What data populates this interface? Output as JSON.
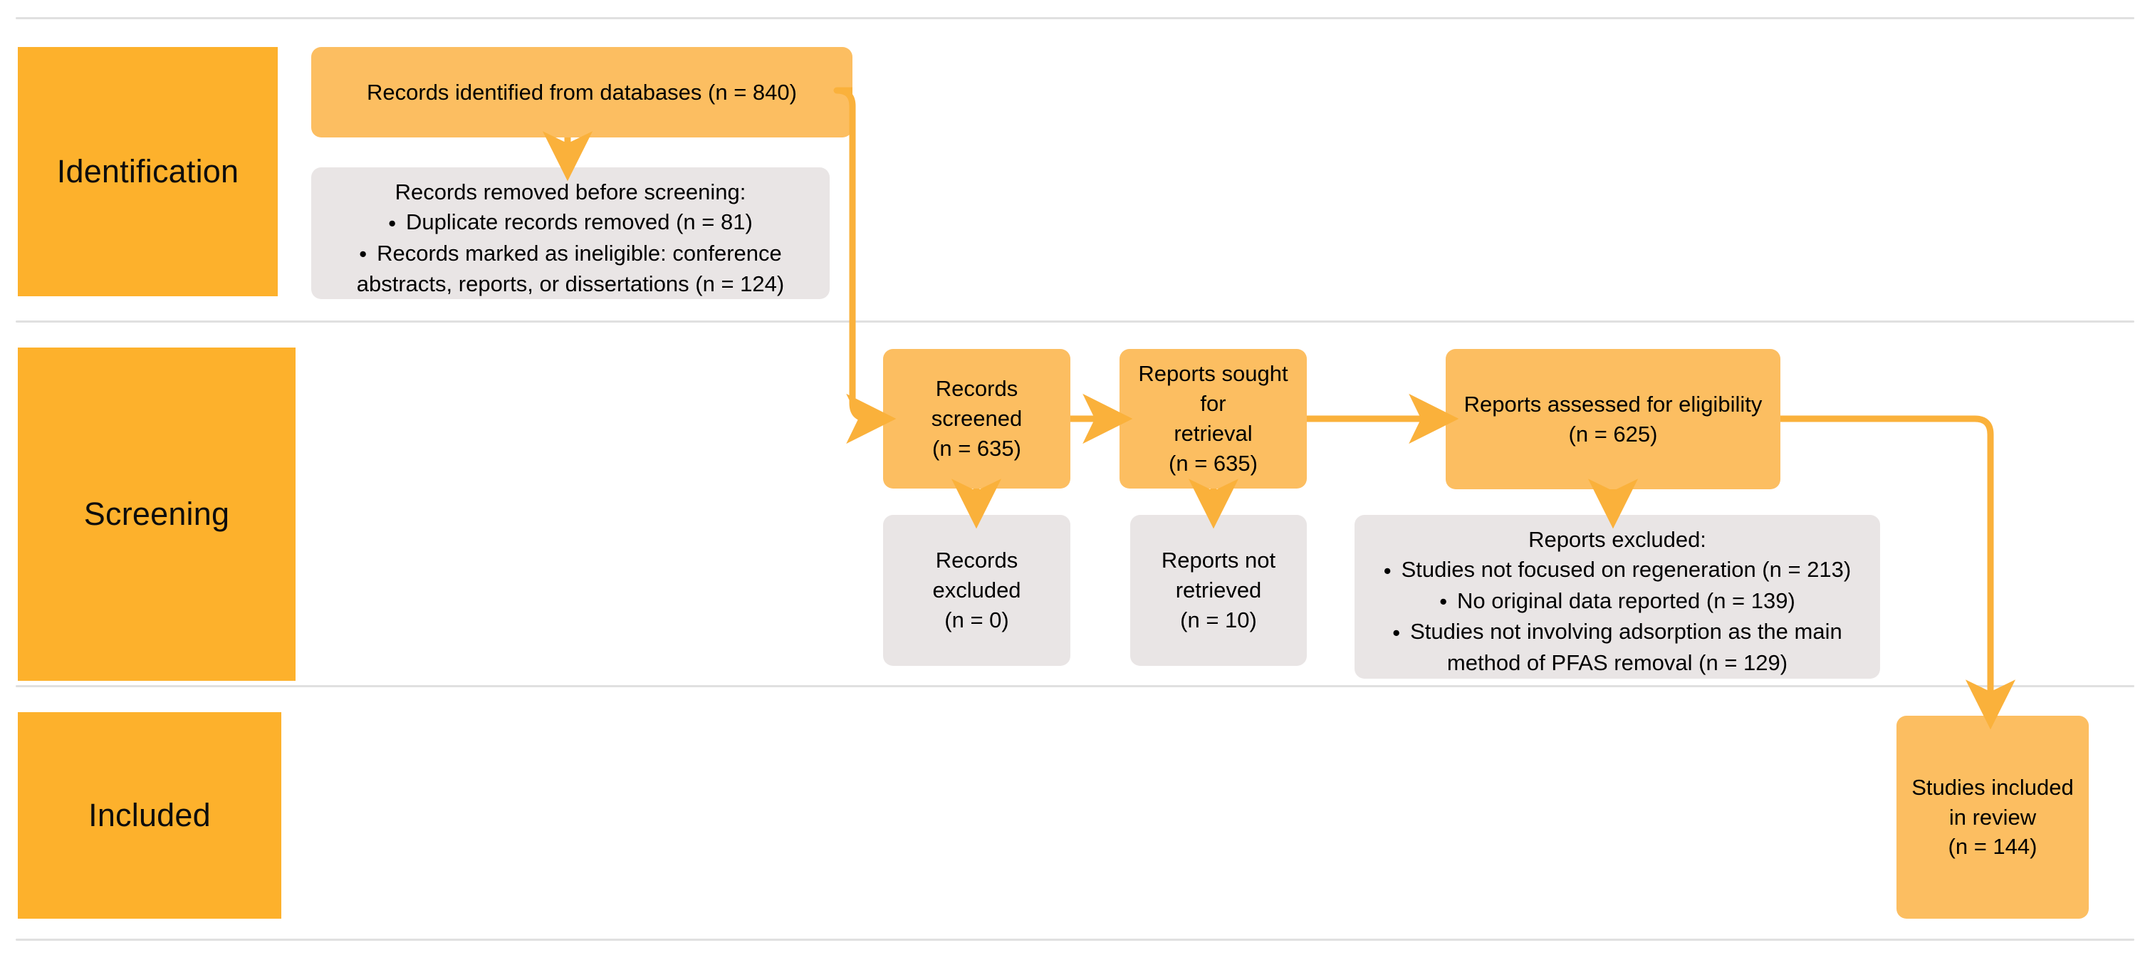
{
  "diagram": {
    "title": "PRISMA flow diagram",
    "accent_orange": "#FDB12C",
    "node_orange": "#FCBE61",
    "node_grey": "#E9E5E5",
    "divider_color": "#E0E0E0",
    "arrow_color": "#FAB13B",
    "text_color": "#000000"
  },
  "stages": [
    {
      "label": "Identification"
    },
    {
      "label": "Screening"
    },
    {
      "label": "Included"
    }
  ],
  "nodes": {
    "records_identified": {
      "text": "Records identified from databases (n = 840)"
    },
    "records_removed": {
      "heading": "Records removed before screening:",
      "bullets": [
        "Duplicate records removed (n = 81)",
        "Records marked as ineligible: conference abstracts, reports, or dissertations (n = 124)"
      ],
      "bullet_lines": [
        [
          "Duplicate records removed (n = 81)"
        ],
        [
          "Records marked as ineligible: conference",
          "abstracts, reports, or dissertations (n = 124)"
        ]
      ]
    },
    "records_screened": {
      "line1": "Records screened",
      "line2": "(n = 635)"
    },
    "records_excluded": {
      "line1": "Records excluded",
      "line2": "(n = 0)"
    },
    "reports_sought": {
      "line1": "Reports sought for",
      "line2": "retrieval",
      "line3": "(n = 635)"
    },
    "reports_not_retrieved": {
      "line1": "Reports not",
      "line2": "retrieved",
      "line3": "(n = 10)"
    },
    "reports_assessed": {
      "line1": "Reports assessed for eligibility",
      "line2": "(n = 625)"
    },
    "reports_excluded": {
      "heading": "Reports excluded:",
      "bullets": [
        "Studies not focused on regeneration (n = 213)",
        "No original data reported (n = 139)",
        "Studies not involving adsorption as the main method of PFAS removal (n = 129)"
      ],
      "bullet_lines": [
        [
          "Studies not focused on regeneration (n = 213)"
        ],
        [
          "No original data reported (n = 139)"
        ],
        [
          "Studies not involving adsorption as the main",
          "method of PFAS removal (n = 129)"
        ]
      ]
    },
    "studies_included": {
      "line1": "Studies included",
      "line2": "in review",
      "line3": "(n = 144)"
    }
  }
}
